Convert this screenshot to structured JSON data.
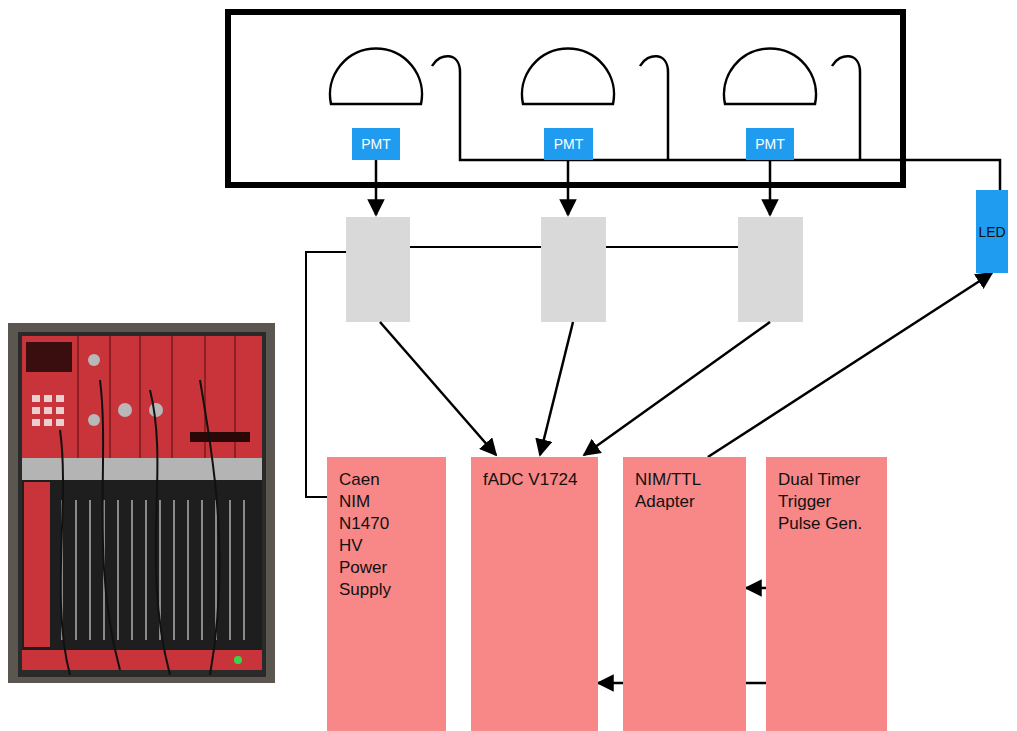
{
  "diagram": {
    "nodes": [
      {
        "text": [
          "PMT"
        ]
      },
      {
        "text": [
          "PMT"
        ]
      },
      {
        "text": [
          "PMT"
        ]
      },
      {
        "text": [
          "LED"
        ]
      },
      {
        "text": [
          "Caen NIM N1470 HV Power Supply"
        ]
      },
      {
        "text": [
          "fADC V1724"
        ]
      },
      {
        "text": [
          "NIM/TTL Adapter"
        ]
      },
      {
        "text": [
          "Dual Timer Trigger Pulse Gen."
        ]
      }
    ],
    "edges": [
      {
        "from": 6,
        "to": 3,
        "arrow": "to"
      },
      {
        "from": 7,
        "to": 6,
        "arrow": "to"
      },
      {
        "from": 7,
        "to": 5,
        "arrow": "to"
      }
    ]
  }
}
